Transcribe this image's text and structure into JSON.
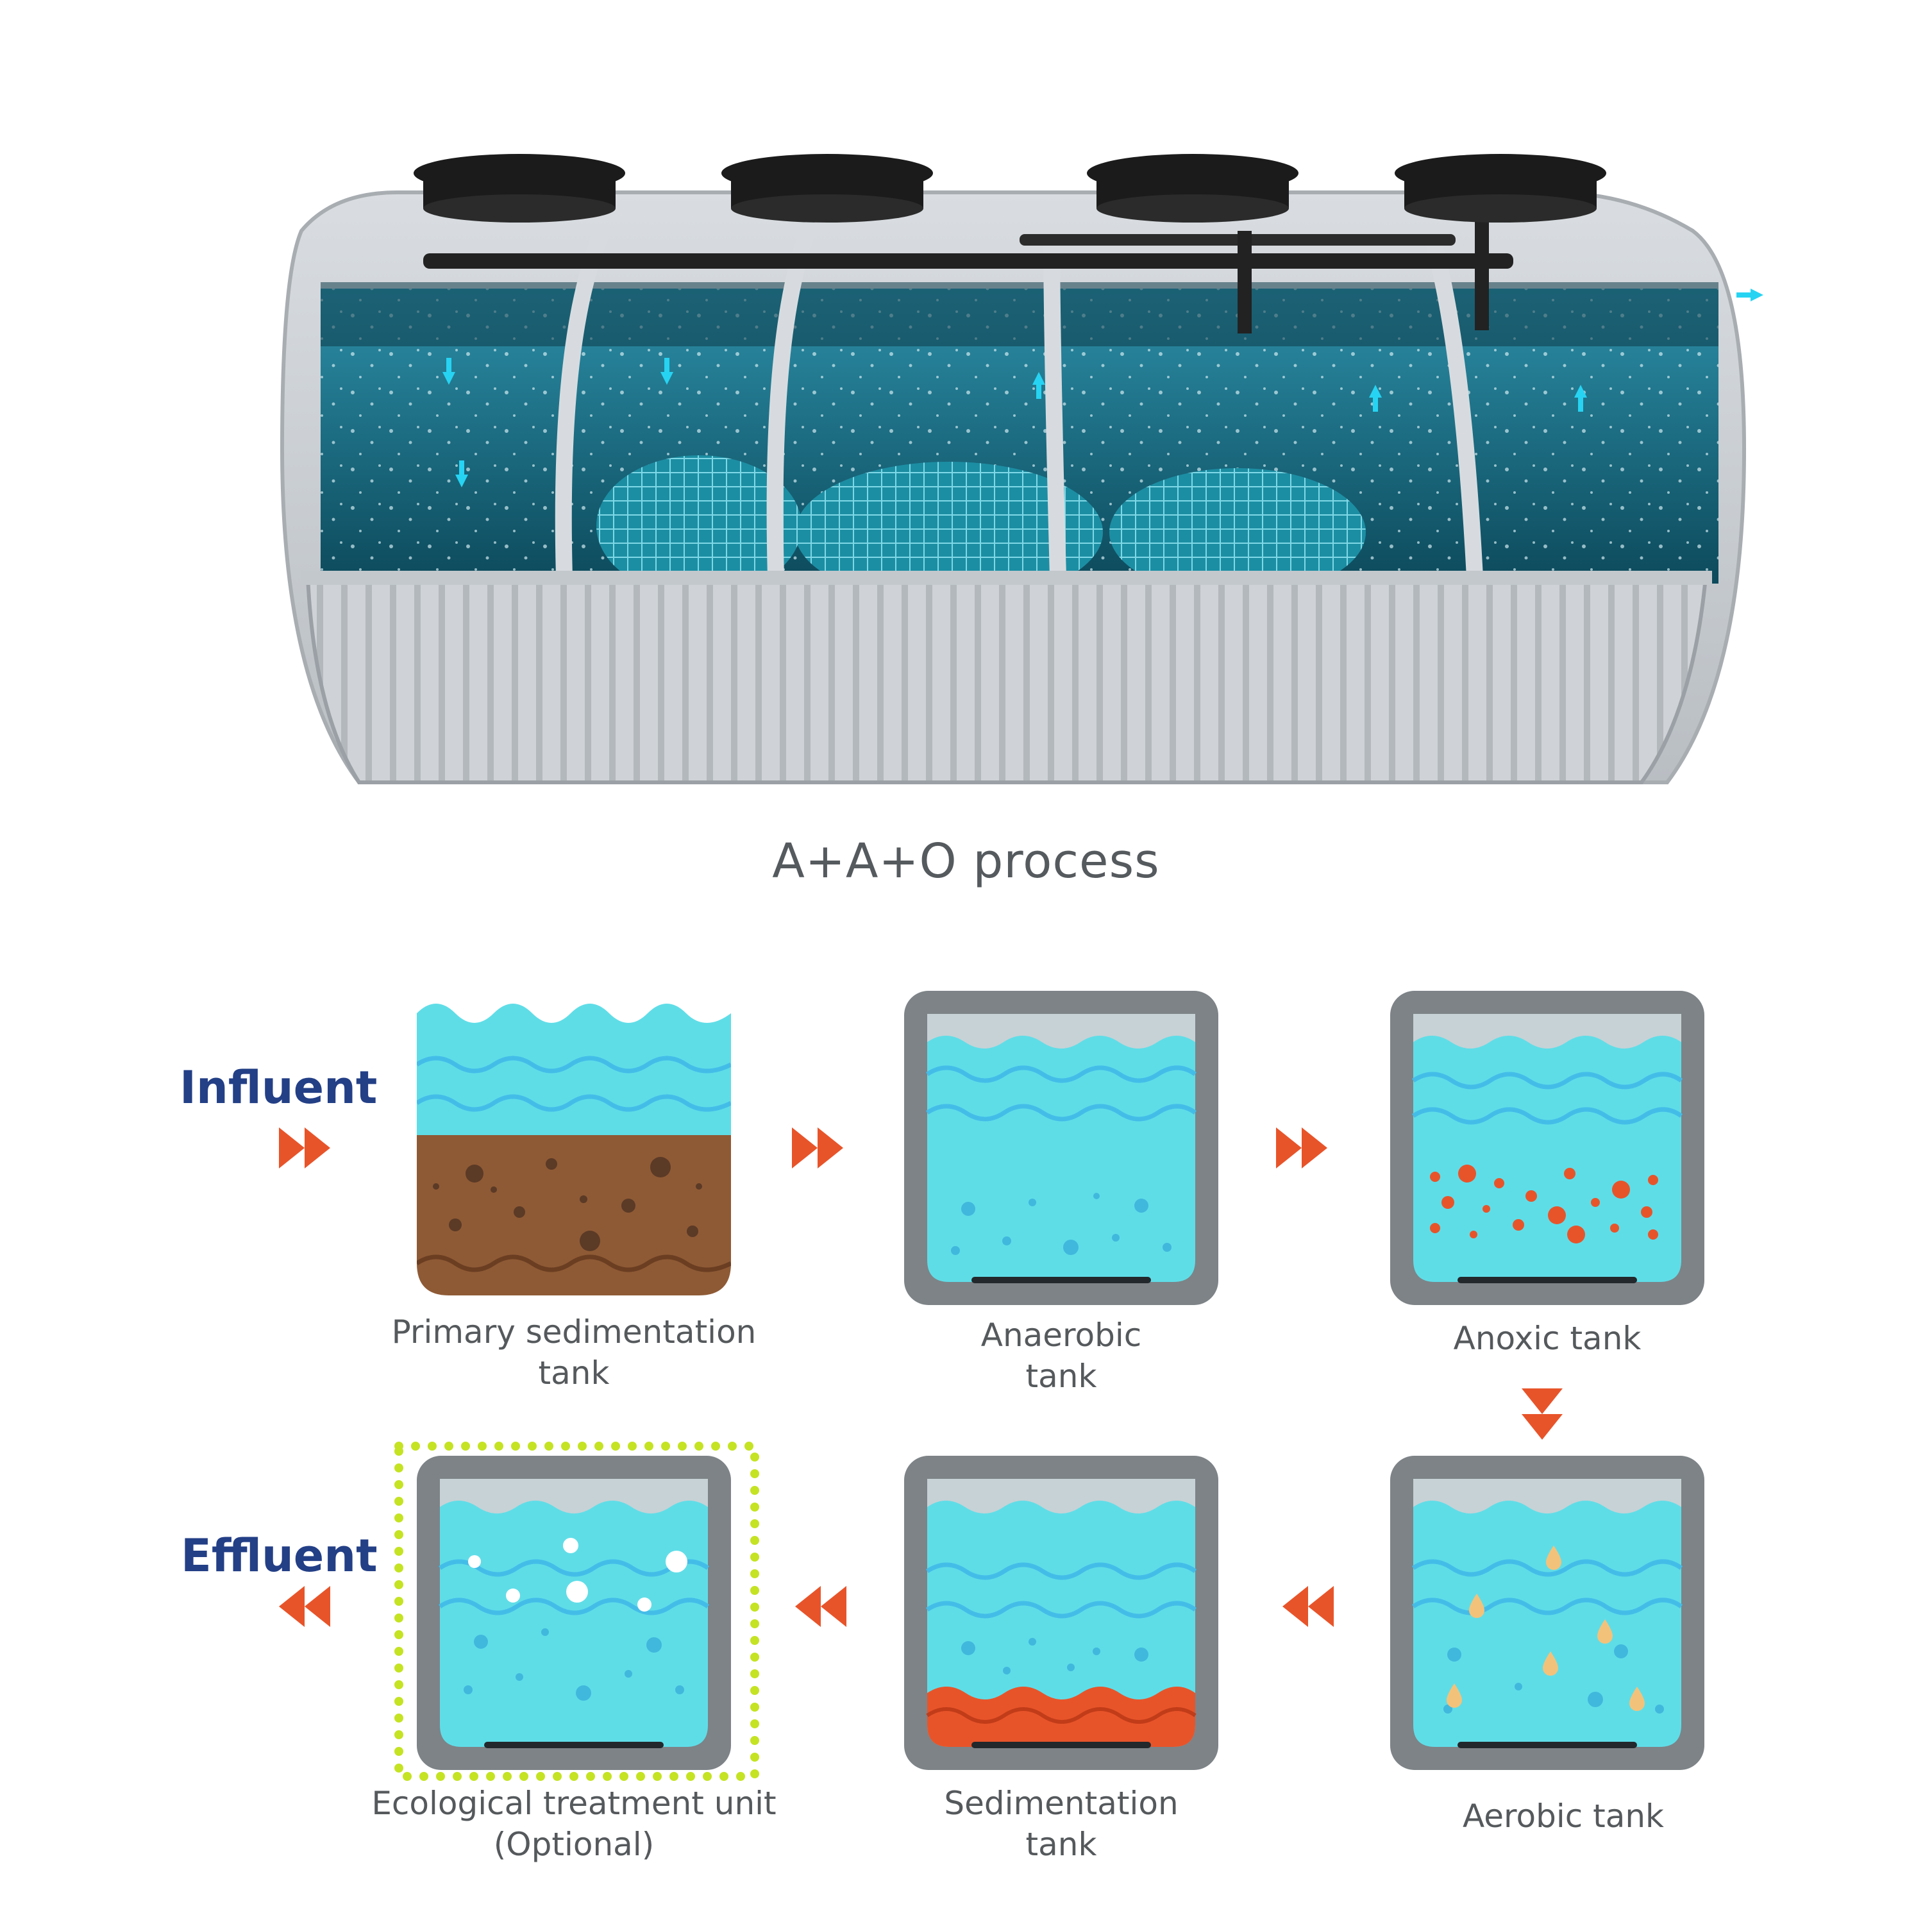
{
  "title": "A+A+O process",
  "flow": {
    "influent_label": "Influent",
    "effluent_label": "Effluent"
  },
  "stages": [
    {
      "name": "primary",
      "caption": [
        "Primary sedimentation",
        "tank"
      ]
    },
    {
      "name": "anaerobic",
      "caption": [
        "Anaerobic",
        "tank"
      ]
    },
    {
      "name": "anoxic",
      "caption": [
        "Anoxic tank"
      ]
    },
    {
      "name": "aerobic",
      "caption": [
        "Aerobic tank"
      ]
    },
    {
      "name": "sedimentation",
      "caption": [
        "Sedimentation",
        "tank"
      ]
    },
    {
      "name": "ecological",
      "caption": [
        "Ecological treatment unit",
        "(Optional)"
      ]
    }
  ],
  "colors": {
    "label_blue": "#233f86",
    "arrow_orange": "#e8542a",
    "water": "#5fdde7",
    "wave_line": "#43bde8",
    "frame_grey": "#7d8387",
    "sludge_brown": "#8e5a35",
    "highlight_green": "#c5e323"
  }
}
